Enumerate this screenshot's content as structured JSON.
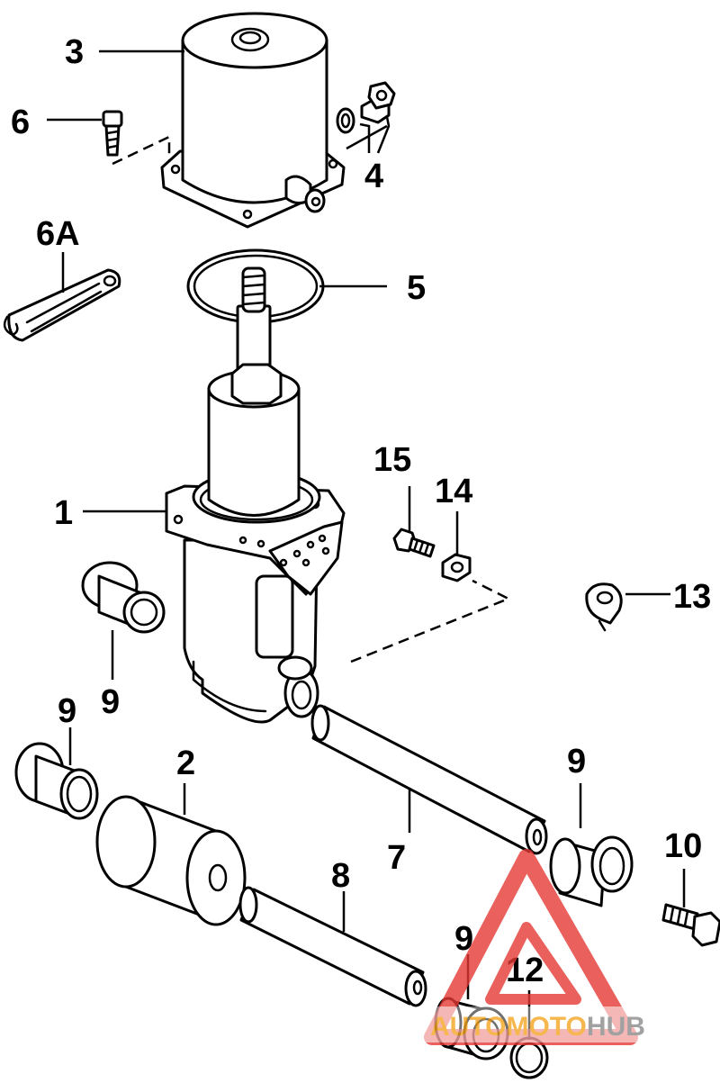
{
  "callouts": {
    "c1": "1",
    "c2": "2",
    "c3": "3",
    "c4": "4",
    "c5": "5",
    "c6": "6",
    "c6a": "6A",
    "c7": "7",
    "c8": "8",
    "c9a": "9",
    "c9b": "9",
    "c9c": "9",
    "c9d": "9",
    "c10": "10",
    "c12": "12",
    "c13": "13",
    "c14": "14",
    "c15": "15"
  },
  "watermark": {
    "part1": "AUTO",
    "part2": "MOTO",
    "part3": "HUB",
    "color_red": "#e53935",
    "color_orange": "#f5a623",
    "color_gray": "#8a8a8a"
  }
}
